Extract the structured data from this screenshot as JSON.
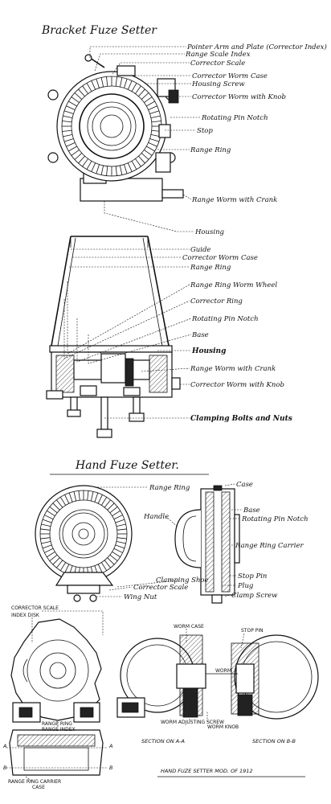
{
  "bracket_fuze_setter": {
    "title": "Bracket Fuze Setter",
    "front_view_labels": [
      "Pointer Arm and Plate (Corrector Index)",
      "Range Scale Index",
      "Corrector Scale",
      "Corrector Worm Case",
      "Housing Screw",
      "Corrector Worm with Knob",
      "Rotating Pin Notch",
      "Stop",
      "Range Ring",
      "Range Worm with Crank",
      "Housing"
    ],
    "side_view_labels": [
      "Guide",
      "Corrector Worm Case",
      "Range Ring",
      "Range Ring Worm Wheel",
      "Corrector Ring",
      "Rotating Pin Notch",
      "Base",
      "Housing",
      "Range Worm with Crank",
      "Corrector Worm with Knob",
      "Clamping Bolts and Nuts"
    ]
  },
  "hand_fuze_setter": {
    "title": "Hand Fuze Setter.",
    "labels": {
      "range_ring": "Range Ring",
      "handle": "Handle",
      "case": "Case",
      "base": "Base",
      "rotating_pin_notch": "Rotating Pin Notch",
      "range_ring_carrier": "Range Ring Carrier",
      "stop_pin": "Stop Pin",
      "clamping_shoe": "Clamping Shoe",
      "plug": "Plug",
      "corrector_scale": "Corrector Scale",
      "clamp_screw": "Clamp Screw",
      "wing_nut": "Wing Nut"
    }
  },
  "model_1912": {
    "caption": "HAND FUZE SETTER MOD. OF 1912",
    "labels": {
      "corrector_scale": "CORRECTOR SCALE",
      "index_disk": "INDEX DISK",
      "range_ring": "RANGE RING",
      "range_index": "RANGE INDEX",
      "range_ring_carrier": "RANGE RING CARRIER",
      "case": "CASE",
      "worm_case": "WORM CASE",
      "stop_pin": "STOP PIN",
      "worm": "WORM",
      "worm_adjusting_screw": "WORM ADJUSTING SCREW",
      "worm_knob": "WORM KNOB",
      "section_aa": "SECTION ON A-A",
      "section_bb": "SECTION ON B-B",
      "mark_a": "A",
      "mark_b": "B"
    }
  }
}
